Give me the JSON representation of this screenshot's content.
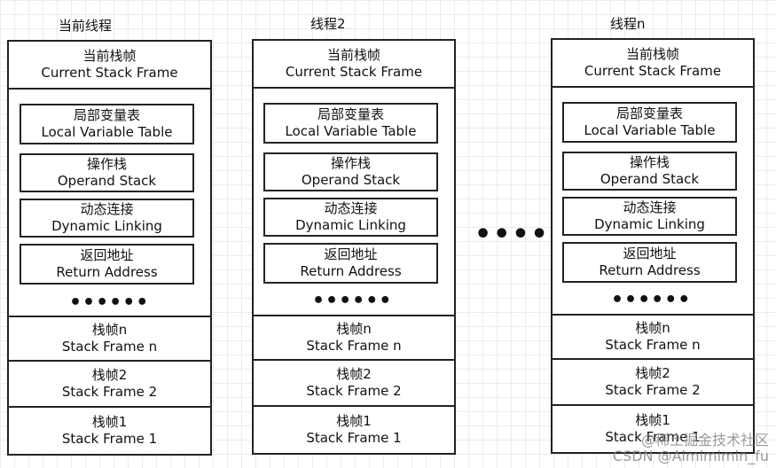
{
  "threads": [
    {
      "title": "当前线程",
      "current_frame": {
        "cn": "当前栈帧",
        "en": "Current Stack Frame"
      },
      "slots": [
        {
          "cn": "局部变量表",
          "en": "Local Variable Table"
        },
        {
          "cn": "操作栈",
          "en": "Operand Stack"
        },
        {
          "cn": "动态连接",
          "en": "Dynamic Linking"
        },
        {
          "cn": "返回地址",
          "en": "Return Address"
        }
      ],
      "ellipsis": "••••••",
      "frames": [
        {
          "cn": "栈帧n",
          "en": "Stack Frame n"
        },
        {
          "cn": "栈帧2",
          "en": "Stack Frame 2"
        },
        {
          "cn": "栈帧1",
          "en": "Stack Frame 1"
        }
      ]
    },
    {
      "title": "线程2",
      "current_frame": {
        "cn": "当前栈帧",
        "en": "Current Stack Frame"
      },
      "slots": [
        {
          "cn": "局部变量表",
          "en": "Local Variable Table"
        },
        {
          "cn": "操作栈",
          "en": "Operand Stack"
        },
        {
          "cn": "动态连接",
          "en": "Dynamic Linking"
        },
        {
          "cn": "返回地址",
          "en": "Return Address"
        }
      ],
      "ellipsis": "••••••",
      "frames": [
        {
          "cn": "栈帧n",
          "en": "Stack Frame n"
        },
        {
          "cn": "栈帧2",
          "en": "Stack Frame 2"
        },
        {
          "cn": "栈帧1",
          "en": "Stack Frame 1"
        }
      ]
    },
    {
      "title": "线程n",
      "current_frame": {
        "cn": "当前栈帧",
        "en": "Current Stack Frame"
      },
      "slots": [
        {
          "cn": "局部变量表",
          "en": "Local Variable Table"
        },
        {
          "cn": "操作栈",
          "en": "Operand Stack"
        },
        {
          "cn": "动态连接",
          "en": "Dynamic Linking"
        },
        {
          "cn": "返回地址",
          "en": "Return Address"
        }
      ],
      "ellipsis": "••••••",
      "frames": [
        {
          "cn": "栈帧n",
          "en": "Stack Frame n"
        },
        {
          "cn": "栈帧2",
          "en": "Stack Frame 2"
        },
        {
          "cn": "栈帧1",
          "en": "Stack Frame 1"
        }
      ]
    }
  ],
  "between_ellipsis": "••••••",
  "watermark": {
    "line1": "@稀土掘金技术社区",
    "line2": "CSDN @Aimimimin_fu"
  }
}
